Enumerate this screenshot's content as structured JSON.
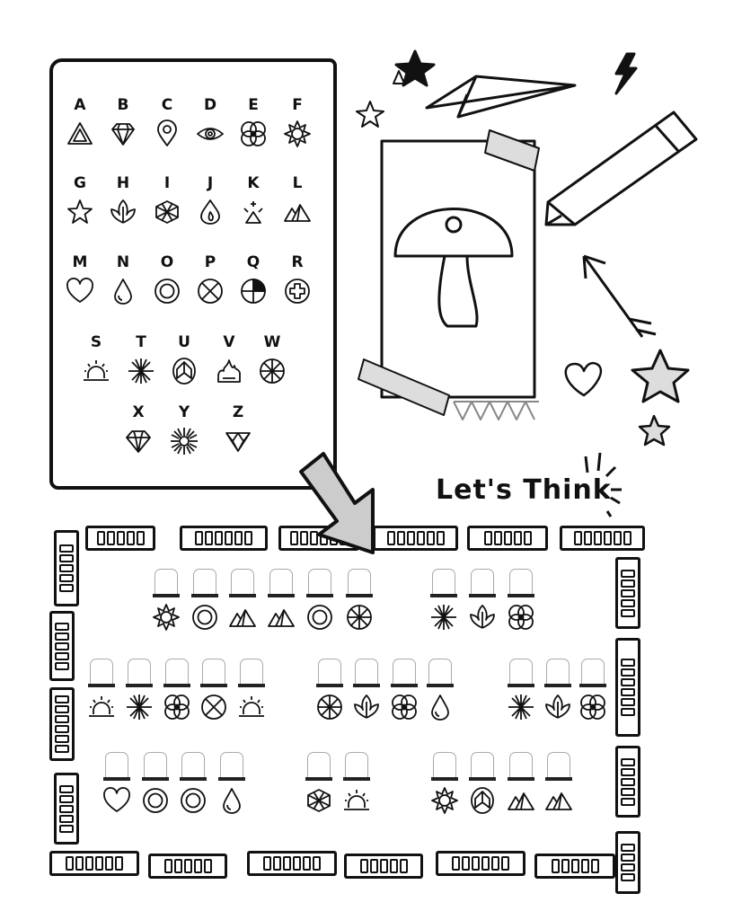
{
  "legend": [
    {
      "letter": "A",
      "icon": "triangle"
    },
    {
      "letter": "B",
      "icon": "gem"
    },
    {
      "letter": "C",
      "icon": "pin"
    },
    {
      "letter": "D",
      "icon": "eye"
    },
    {
      "letter": "E",
      "icon": "flower-eye"
    },
    {
      "letter": "F",
      "icon": "sun-flower"
    },
    {
      "letter": "G",
      "icon": "star"
    },
    {
      "letter": "H",
      "icon": "leaf"
    },
    {
      "letter": "I",
      "icon": "knot"
    },
    {
      "letter": "J",
      "icon": "flame-drop"
    },
    {
      "letter": "K",
      "icon": "sparkle-triangle"
    },
    {
      "letter": "L",
      "icon": "mountains"
    },
    {
      "letter": "M",
      "icon": "heart"
    },
    {
      "letter": "N",
      "icon": "drop"
    },
    {
      "letter": "O",
      "icon": "ring"
    },
    {
      "letter": "P",
      "icon": "circle-x"
    },
    {
      "letter": "Q",
      "icon": "circle-quarter"
    },
    {
      "letter": "R",
      "icon": "circle-plus"
    },
    {
      "letter": "S",
      "icon": "sunrise"
    },
    {
      "letter": "T",
      "icon": "asterisk"
    },
    {
      "letter": "U",
      "icon": "peace"
    },
    {
      "letter": "V",
      "icon": "fire"
    },
    {
      "letter": "W",
      "icon": "wheel"
    },
    {
      "letter": "X",
      "icon": "diamond"
    },
    {
      "letter": "Y",
      "icon": "burst"
    },
    {
      "letter": "Z",
      "icon": "gem-down"
    }
  ],
  "heading": "Let's Think",
  "puzzle": [
    [
      "sun-flower",
      "ring",
      "mountains",
      "mountains",
      "ring",
      "wheel"
    ],
    [
      "asterisk",
      "leaf",
      "flower-eye"
    ],
    [
      "sunrise",
      "asterisk",
      "flower-eye",
      "circle-x",
      "sunrise"
    ],
    [
      "wheel",
      "leaf",
      "flower-eye",
      "drop"
    ],
    [
      "asterisk",
      "leaf",
      "flower-eye"
    ],
    [
      "heart",
      "ring",
      "ring",
      "drop"
    ],
    [
      "knot",
      "sunrise"
    ],
    [
      "sun-flower",
      "peace",
      "mountains",
      "mountains"
    ]
  ]
}
